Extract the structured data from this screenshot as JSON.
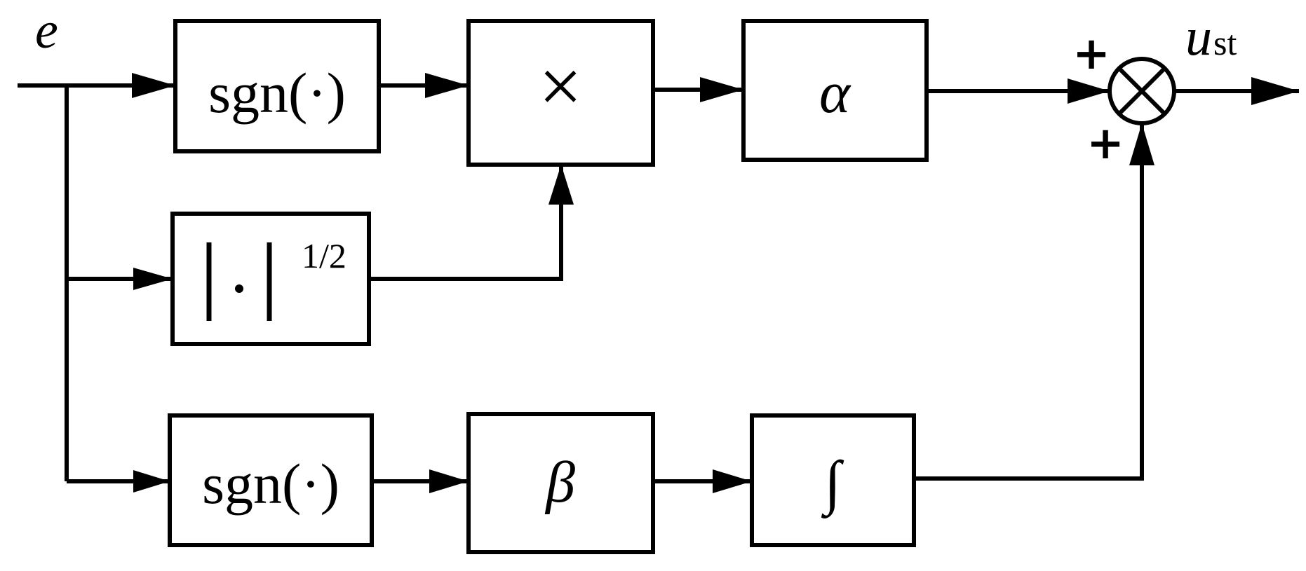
{
  "signals": {
    "input": "e",
    "output_main": "u",
    "output_sub": "st"
  },
  "blocks": {
    "sgn_top": "sgn(·)",
    "abs_body": "|·|",
    "abs_exp": "1/2",
    "multiply": "×",
    "alpha": "α",
    "sgn_bottom": "sgn(·)",
    "beta": "β",
    "integral": "∫"
  },
  "summer": {
    "sign_top": "+",
    "sign_bottom": "+"
  }
}
